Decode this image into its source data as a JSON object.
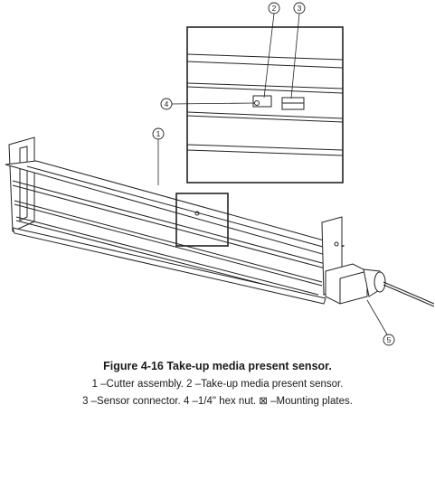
{
  "figure": {
    "title": "Figure 4-16  Take-up media present sensor.",
    "caption_lines": [
      "1 –Cutter assembly. 2 –Take-up media present sensor.",
      "3 –Sensor connector. 4 –1/4\" hex nut. ⊠ –Mounting plates."
    ]
  },
  "callouts": [
    "1",
    "2",
    "3",
    "4",
    "5"
  ],
  "colors": {
    "line": "#222222",
    "background": "#ffffff"
  }
}
